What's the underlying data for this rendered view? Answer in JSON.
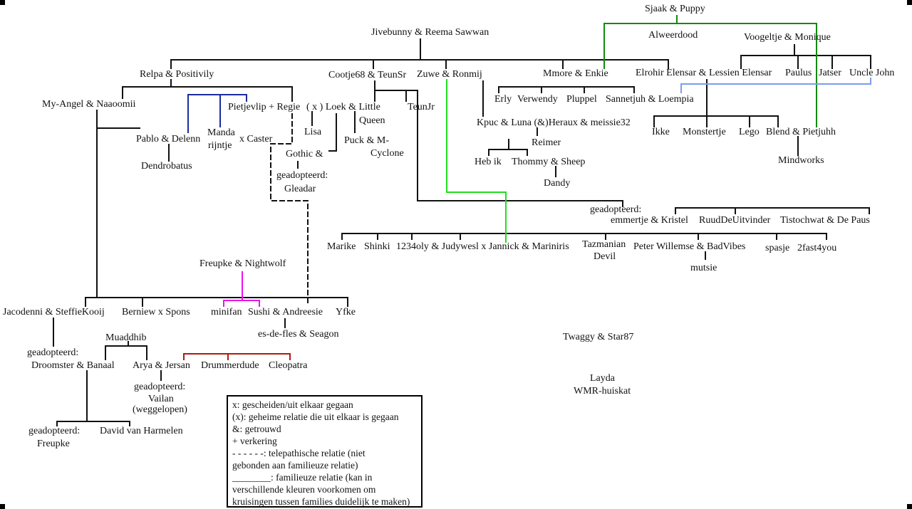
{
  "nodes": [
    {
      "id": "sjaak",
      "text": "Sjaak & Puppy"
    },
    {
      "id": "alweerdood",
      "text": "Alweerdood"
    },
    {
      "id": "jivebunny",
      "text": "Jivebunny & Reema Sawwan"
    },
    {
      "id": "voogeltje",
      "text": "Voogeltje & Monique"
    },
    {
      "id": "relpa",
      "text": "Relpa & Positivily"
    },
    {
      "id": "cootje",
      "text": "Cootje68 & TeunSr"
    },
    {
      "id": "zuwe",
      "text": "Zuwe & Ronmij"
    },
    {
      "id": "mmore",
      "text": "Mmore & Enkie"
    },
    {
      "id": "elrohir",
      "text": "Elrohir Elensar & Lessien Elensar"
    },
    {
      "id": "paulus",
      "text": "Paulus"
    },
    {
      "id": "jatser",
      "text": "Jatser"
    },
    {
      "id": "unclejohn",
      "text": "Uncle John"
    },
    {
      "id": "erly",
      "text": "Erly"
    },
    {
      "id": "verwendy",
      "text": "Verwendy"
    },
    {
      "id": "pluppel",
      "text": "Pluppel"
    },
    {
      "id": "sannetjuh",
      "text": "Sannetjuh & Loempia"
    },
    {
      "id": "myangel",
      "text": "My-Angel & Naaoomii"
    },
    {
      "id": "pietjevlip",
      "text": "Pietjevlip + Regie"
    },
    {
      "id": "xloek",
      "text": "( x ) Loek & Little"
    },
    {
      "id": "queen",
      "text": "Queen"
    },
    {
      "id": "teunjr",
      "text": "TeunJr"
    },
    {
      "id": "kpuc",
      "text": "Kpuc & Luna (&)Heraux & meissie32"
    },
    {
      "id": "ikke",
      "text": "Ikke"
    },
    {
      "id": "monstertje",
      "text": "Monstertje"
    },
    {
      "id": "lego",
      "text": "Lego"
    },
    {
      "id": "blend",
      "text": "Blend & Pietjuhh"
    },
    {
      "id": "pablo",
      "text": "Pablo & Delenn"
    },
    {
      "id": "manda",
      "text": "Manda"
    },
    {
      "id": "rijntje",
      "text": "rijntje"
    },
    {
      "id": "xcaster",
      "text": "x Caster"
    },
    {
      "id": "lisa",
      "text": "Lisa"
    },
    {
      "id": "puck",
      "text": "Puck & M-"
    },
    {
      "id": "cyclone",
      "text": "Cyclone"
    },
    {
      "id": "reimer",
      "text": "Reimer"
    },
    {
      "id": "gothic",
      "text": "Gothic &"
    },
    {
      "id": "dendrobatus",
      "text": "Dendrobatus"
    },
    {
      "id": "hebik",
      "text": "Heb ik"
    },
    {
      "id": "thommy",
      "text": "Thommy & Sheep"
    },
    {
      "id": "mindworks",
      "text": "Mindworks"
    },
    {
      "id": "geadopteerd1",
      "text": "geadopteerd:"
    },
    {
      "id": "gleadar",
      "text": "Gleadar"
    },
    {
      "id": "dandy",
      "text": "Dandy"
    },
    {
      "id": "geadopteerd2",
      "text": "geadopteerd:"
    },
    {
      "id": "emmertje",
      "text": "emmertje & Kristel"
    },
    {
      "id": "ruud",
      "text": "RuudDeUitvinder"
    },
    {
      "id": "tistochwat",
      "text": "Tistochwat & De Paus"
    },
    {
      "id": "marike",
      "text": "Marike"
    },
    {
      "id": "shinki",
      "text": "Shinki"
    },
    {
      "id": "oly",
      "text": "1234oly & Judywesl x Jannick & Mariniris"
    },
    {
      "id": "tazmanian",
      "text": "Tazmanian"
    },
    {
      "id": "devil",
      "text": "Devil"
    },
    {
      "id": "peter",
      "text": "Peter Willemse & BadVibes"
    },
    {
      "id": "spasje",
      "text": "spasje"
    },
    {
      "id": "fast4you",
      "text": "2fast4you"
    },
    {
      "id": "mutsie",
      "text": "mutsie"
    },
    {
      "id": "freupke",
      "text": "Freupke & Nightwolf"
    },
    {
      "id": "jacodenni",
      "text": "Jacodenni & SteffieKooij"
    },
    {
      "id": "berniew",
      "text": "Berniew x Spons"
    },
    {
      "id": "minifan",
      "text": "minifan"
    },
    {
      "id": "sushi",
      "text": "Sushi & Andreesie"
    },
    {
      "id": "yfke",
      "text": "Yfke"
    },
    {
      "id": "esdefles",
      "text": "es-de-fles & Seagon"
    },
    {
      "id": "twaggy",
      "text": "Twaggy & Star87"
    },
    {
      "id": "muaddhib",
      "text": "Muaddhib"
    },
    {
      "id": "geadopteerd3",
      "text": "geadopteerd:"
    },
    {
      "id": "droomster",
      "text": "Droomster & Banaal"
    },
    {
      "id": "arya",
      "text": "Arya & Jersan"
    },
    {
      "id": "drummerdude",
      "text": "Drummerdude"
    },
    {
      "id": "cleopatra",
      "text": "Cleopatra"
    },
    {
      "id": "layda",
      "text": "Layda"
    },
    {
      "id": "wmr",
      "text": "WMR-huiskat"
    },
    {
      "id": "geadopteerd4",
      "text": "geadopteerd:"
    },
    {
      "id": "vailan",
      "text": "Vailan"
    },
    {
      "id": "weggelopen",
      "text": "(weggelopen)"
    },
    {
      "id": "geadopteerd5",
      "text": "geadopteerd:"
    },
    {
      "id": "davidvh",
      "text": "David van Harmelen"
    },
    {
      "id": "freupke2",
      "text": "Freupke"
    }
  ],
  "legend": [
    "x: gescheiden/uit elkaar gegaan",
    "(x): geheime relatie die uit elkaar is gegaan",
    "&: getrouwd",
    "+ verkering",
    " - - - - - -: telepathische relatie (niet",
    "gebonden aan familieuze relatie)",
    "________: familieuze relatie (kan in",
    "verschillende kleuren voorkomen om",
    "kruisingen tussen families duidelijk te maken)"
  ],
  "colors": {
    "family": "#111111",
    "green": "#118a11",
    "light_green": "#22dd22",
    "blue": "#1a2c9e",
    "light_blue": "#7b9cee",
    "magenta": "#ee11ee",
    "red": "#b01a10"
  }
}
